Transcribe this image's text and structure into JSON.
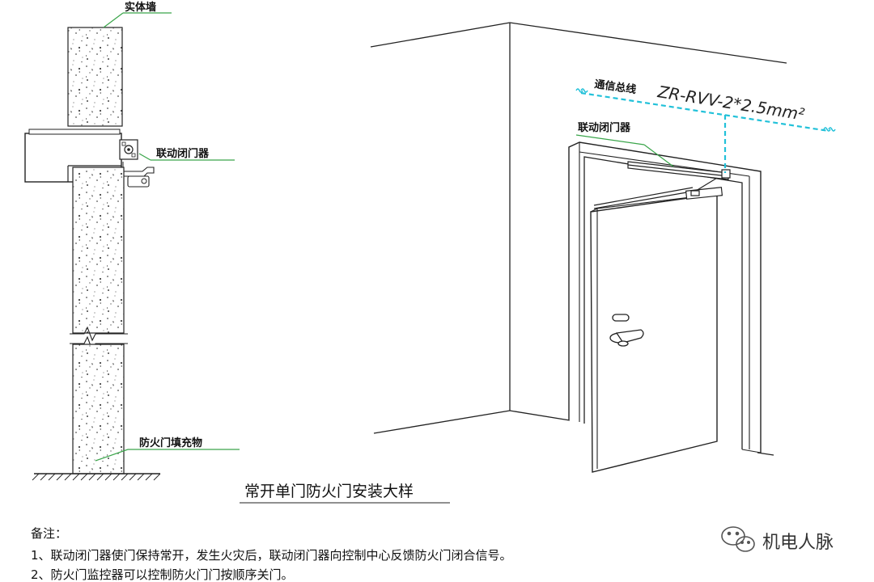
{
  "labels": {
    "solid_wall": "实体墙",
    "door_closer_left": "联动闭门器",
    "fill_material": "防火门填充物",
    "comm_bus": "通信总线",
    "cable_spec": "ZR-RVV-2*2.5mm²",
    "door_closer_right": "联动闭门器"
  },
  "title": "常开单门防火门安装大样",
  "notes": {
    "heading": "备注：",
    "items": [
      "1、联动闭门器使门保持常开，发生火灾后，联动闭门器向控制中心反馈防火门闭合信号。",
      "2、防火门监控器可以控制防火门门按顺序关门。"
    ]
  },
  "watermark": {
    "text": "机电人脉",
    "icon": "wechat-icon"
  },
  "colors": {
    "leader_green": "#3aa54a",
    "cable_cyan": "#22c1d9",
    "line": "#222222"
  }
}
